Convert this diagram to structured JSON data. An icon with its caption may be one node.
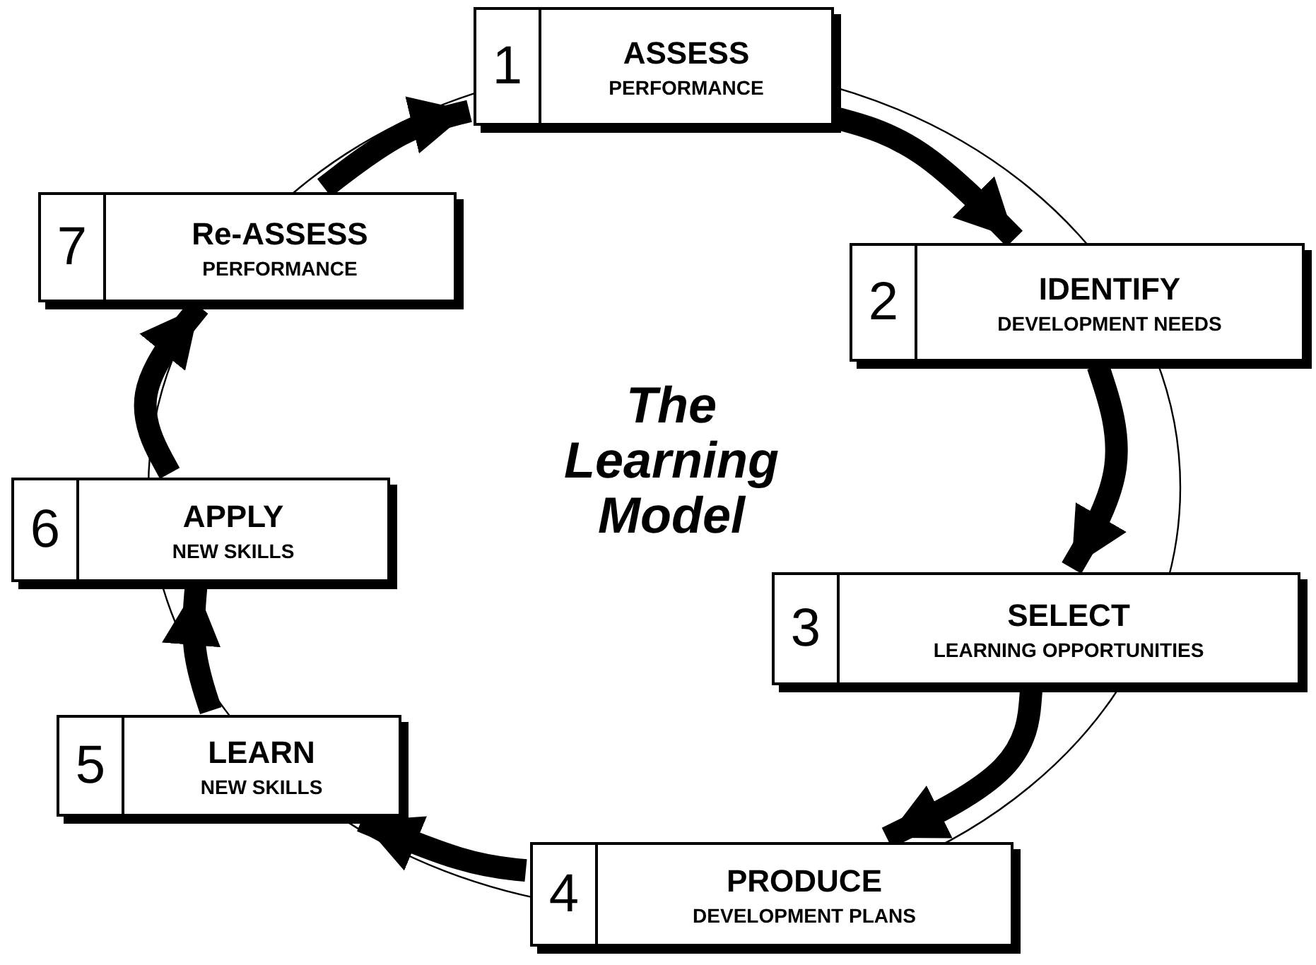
{
  "diagram": {
    "title": "The Learning Model",
    "nodes": [
      {
        "text": [
          "1",
          "ASSESS",
          "PERFORMANCE"
        ]
      },
      {
        "text": [
          "2",
          "IDENTIFY",
          "DEVELOPMENT NEEDS"
        ]
      },
      {
        "text": [
          "3",
          "SELECT",
          "LEARNING OPPORTUNITIES"
        ]
      },
      {
        "text": [
          "4",
          "PRODUCE",
          "DEVELOPMENT PLANS"
        ]
      },
      {
        "text": [
          "5",
          "LEARN",
          "NEW SKILLS"
        ]
      },
      {
        "text": [
          "6",
          "APPLY",
          "NEW SKILLS"
        ]
      },
      {
        "text": [
          "7",
          "Re-ASSESS",
          "PERFORMANCE"
        ]
      }
    ],
    "edges": [
      {
        "from": 0,
        "to": 1,
        "arrow": "to"
      },
      {
        "from": 1,
        "to": 2,
        "arrow": "to"
      },
      {
        "from": 2,
        "to": 3,
        "arrow": "to"
      },
      {
        "from": 3,
        "to": 4,
        "arrow": "to"
      },
      {
        "from": 4,
        "to": 5,
        "arrow": "to"
      },
      {
        "from": 5,
        "to": 6,
        "arrow": "to"
      },
      {
        "from": 6,
        "to": 0,
        "arrow": "to"
      }
    ]
  }
}
